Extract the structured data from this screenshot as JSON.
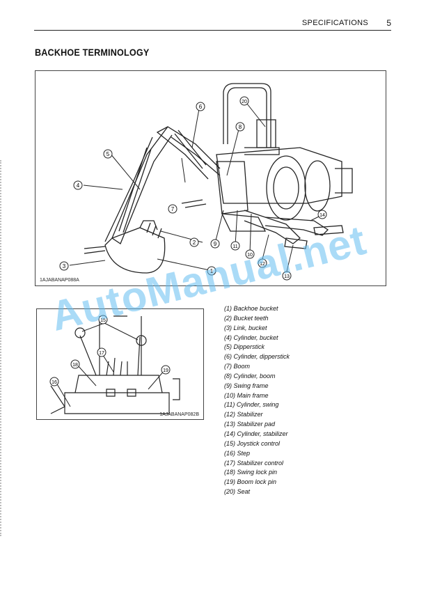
{
  "header": {
    "section": "SPECIFICATIONS",
    "page_number": "5"
  },
  "title": "BACKHOE TERMINOLOGY",
  "figure_main": {
    "code": "1AJABANAP088A",
    "callouts": [
      "1",
      "2",
      "3",
      "4",
      "5",
      "6",
      "7",
      "8",
      "9",
      "10",
      "11",
      "12",
      "13",
      "14",
      "20"
    ]
  },
  "figure_small": {
    "code": "1AJABANAP082B",
    "callouts": [
      "15",
      "16",
      "17",
      "18",
      "19"
    ]
  },
  "legend": [
    "(1) Backhoe bucket",
    "(2) Bucket teeth",
    "(3) Link, bucket",
    "(4) Cylinder, bucket",
    "(5) Dipperstick",
    "(6) Cylinder, dipperstick",
    "(7) Boom",
    "(8) Cylinder, boom",
    "(9) Swing frame",
    "(10) Main frame",
    "(11) Cylinder, swing",
    "(12) Stabilizer",
    "(13) Stabilizer pad",
    "(14) Cylinder, stabilizer",
    "(15) Joystick control",
    "(16) Step",
    "(17) Stabilizer control",
    "(18) Swing lock pin",
    "(19) Boom lock pin",
    "(20) Seat"
  ],
  "watermark": "AutoManual.net"
}
